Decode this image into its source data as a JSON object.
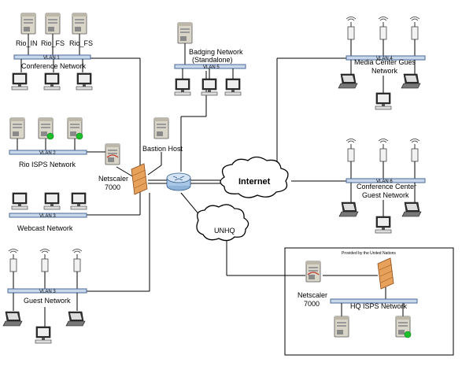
{
  "labels": {
    "rio_in": "Rio_IN",
    "rio_fs1": "Rio_FS",
    "rio_fs2": "Rio_FS",
    "vlan_conf": "VLAN 1",
    "conference_network": "Conference Network",
    "badging_network": "Badging Network",
    "badging_standalone": "(Standalone)",
    "vlan_badging": "VLAN 5",
    "vlan_rio_isps": "VLAN 2",
    "rio_isps_network": "Rio ISPS Network",
    "bastion_host": "Bastion Host",
    "netscaler_top": "Netscaler",
    "netscaler_top_model": "7000",
    "vlan_webcast": "VLAN 3",
    "webcast_network": "Webcast Network",
    "internet": "Internet",
    "unhq": "UNHQ",
    "vlan_media": "VLAN 4",
    "media_center_guest": "Media Center Gues",
    "media_center_network": "Network",
    "vlan_conf_center": "VLAN 6",
    "conference_center": "Conference Center",
    "guest_network_cc": "Guest Network",
    "vlan_guest": "VLAN 3",
    "guest_network": "Guest Network",
    "provided_by": "Provided by the United Nations",
    "netscaler_hq": "Netscaler",
    "netscaler_hq_model": "7000",
    "hq_isps_network": "HQ ISPS Network"
  },
  "icons": {
    "server": "server-icon",
    "workstation": "workstation-icon",
    "laptop": "laptop-icon",
    "access_point": "wireless-access-point-icon",
    "firewall": "firewall-icon",
    "router": "router-icon",
    "cloud": "cloud-icon",
    "status_ok": "green-status-icon"
  },
  "colors": {
    "bus_fill": "#c9d7ea",
    "server_body": "#d9d5c8",
    "firewall": "#e8a15a",
    "status_green": "#1dbf2b"
  }
}
